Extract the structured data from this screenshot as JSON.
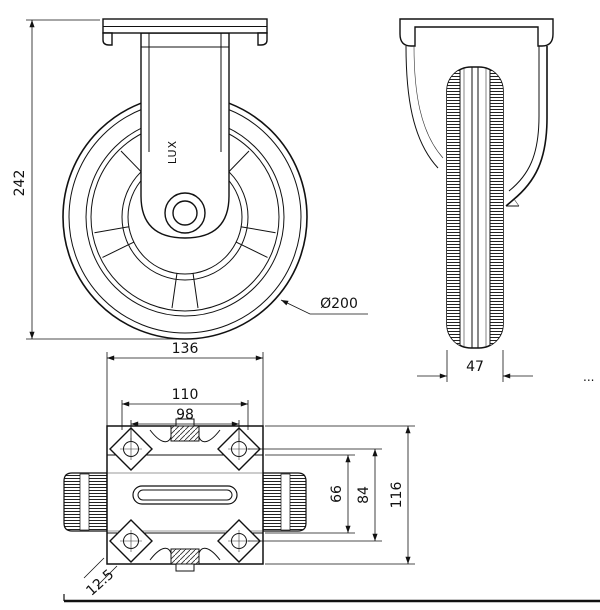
{
  "drawing": {
    "logo_text": "LUX",
    "ellipsis": "...",
    "dimensions": {
      "overall_height": "242",
      "wheel_diameter": "Ø200",
      "plate_width": "136",
      "wheel_width": "47",
      "hole_spacing_outer": "110",
      "hole_spacing_inner": "98",
      "rib_spacing": "66",
      "hole_spacing_vertical": "84",
      "plate_length": "116",
      "corner_detail": "12.5"
    }
  }
}
